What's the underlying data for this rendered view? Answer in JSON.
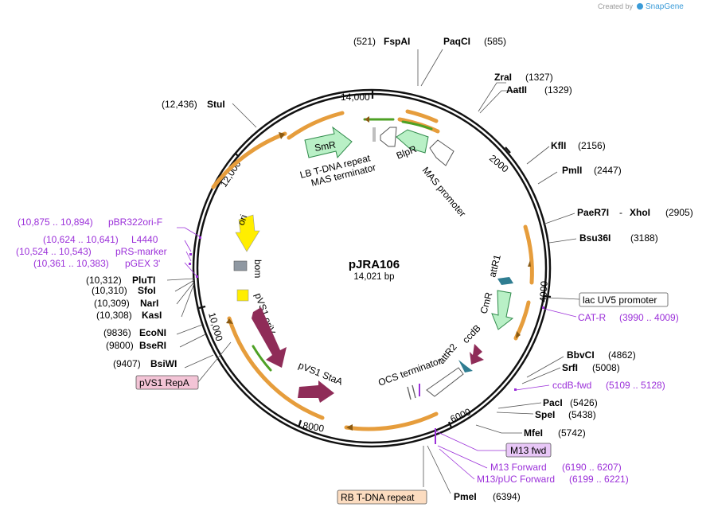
{
  "credit": {
    "created_by": "Created by",
    "brand": "SnapGene"
  },
  "plasmid": {
    "name": "pJRA106",
    "length": "14,021 bp"
  },
  "ticks": [
    "2000",
    "4000",
    "6000",
    "8000",
    "10,000",
    "12,000",
    "14,000"
  ],
  "restriction_sites": [
    {
      "name": "FspAI",
      "pos": "(521)"
    },
    {
      "name": "PaqCI",
      "pos": "(585)"
    },
    {
      "name": "ZraI",
      "pos": "(1327)"
    },
    {
      "name": "AatII",
      "pos": "(1329)"
    },
    {
      "name": "KflI",
      "pos": "(2156)"
    },
    {
      "name": "PmlI",
      "pos": "(2447)"
    },
    {
      "name": "PaeR7I",
      "name2": "XhoI",
      "pos": "(2905)"
    },
    {
      "name": "Bsu36I",
      "pos": "(3188)"
    },
    {
      "name": "BbvCI",
      "pos": "(4862)"
    },
    {
      "name": "SrfI",
      "pos": "(5008)"
    },
    {
      "name": "PacI",
      "pos": "(5426)"
    },
    {
      "name": "SpeI",
      "pos": "(5438)"
    },
    {
      "name": "MfeI",
      "pos": "(5742)"
    },
    {
      "name": "PmeI",
      "pos": "(6394)"
    },
    {
      "name": "BsiWI",
      "pos": "(9407)"
    },
    {
      "name": "BseRI",
      "pos": "(9800)"
    },
    {
      "name": "EcoNI",
      "pos": "(9836)"
    },
    {
      "name": "KasI",
      "pos": "(10,308)"
    },
    {
      "name": "NarI",
      "pos": "(10,309)"
    },
    {
      "name": "SfoI",
      "pos": "(10,310)"
    },
    {
      "name": "PluTI",
      "pos": "(10,312)"
    },
    {
      "name": "StuI",
      "pos": "(12,436)"
    }
  ],
  "primers": [
    {
      "name": "CAT-R",
      "range": "(3990 .. 4009)"
    },
    {
      "name": "ccdB-fwd",
      "range": "(5109 .. 5128)"
    },
    {
      "name": "M13 Forward",
      "range": "(6190 .. 6207)"
    },
    {
      "name": "M13/pUC Forward",
      "range": "(6199 .. 6221)"
    },
    {
      "name": "pGEX 3'",
      "range": "(10,361 .. 10,383)"
    },
    {
      "name": "pRS-marker",
      "range": "(10,524 .. 10,543)"
    },
    {
      "name": "L4440",
      "range": "(10,624 .. 10,641)"
    },
    {
      "name": "pBR322ori-F",
      "range": "(10,875 .. 10,894)"
    }
  ],
  "boxed_labels": {
    "lac_uv5": "lac UV5 promoter",
    "m13_fwd": "M13 fwd",
    "rb_tdna": "RB T-DNA repeat",
    "pvs1_repa": "pVS1 RepA"
  },
  "features": {
    "smr": "SmR",
    "lb_tdna": "LB T-DNA repeat",
    "mas_term": "MAS terminator",
    "blpr": "BlpR",
    "mas_prom": "MAS promoter",
    "attr1": "attR1",
    "cmr": "CmR",
    "ccdb": "ccdB",
    "attr2": "attR2",
    "ocs_term": "OCS terminator",
    "ori": "ori",
    "bom": "bom",
    "pvs1_oriv": "pVS1 oriV",
    "pvs1_staa": "pVS1 StaA"
  },
  "colors": {
    "backbone": "#111111",
    "orf": "#e69d3c",
    "orf_green": "#4ea125",
    "smr_fill": "#b9f0c6",
    "pvs1": "#8f2c58",
    "ori": "#ffee00",
    "bom": "#8f98a2",
    "attr": "#2f7d91",
    "primer": "#9b30d9",
    "rb_fill": "#fcdcc0",
    "repa_fill": "#f3c4d6",
    "m13_fill": "#e8c7f7"
  }
}
